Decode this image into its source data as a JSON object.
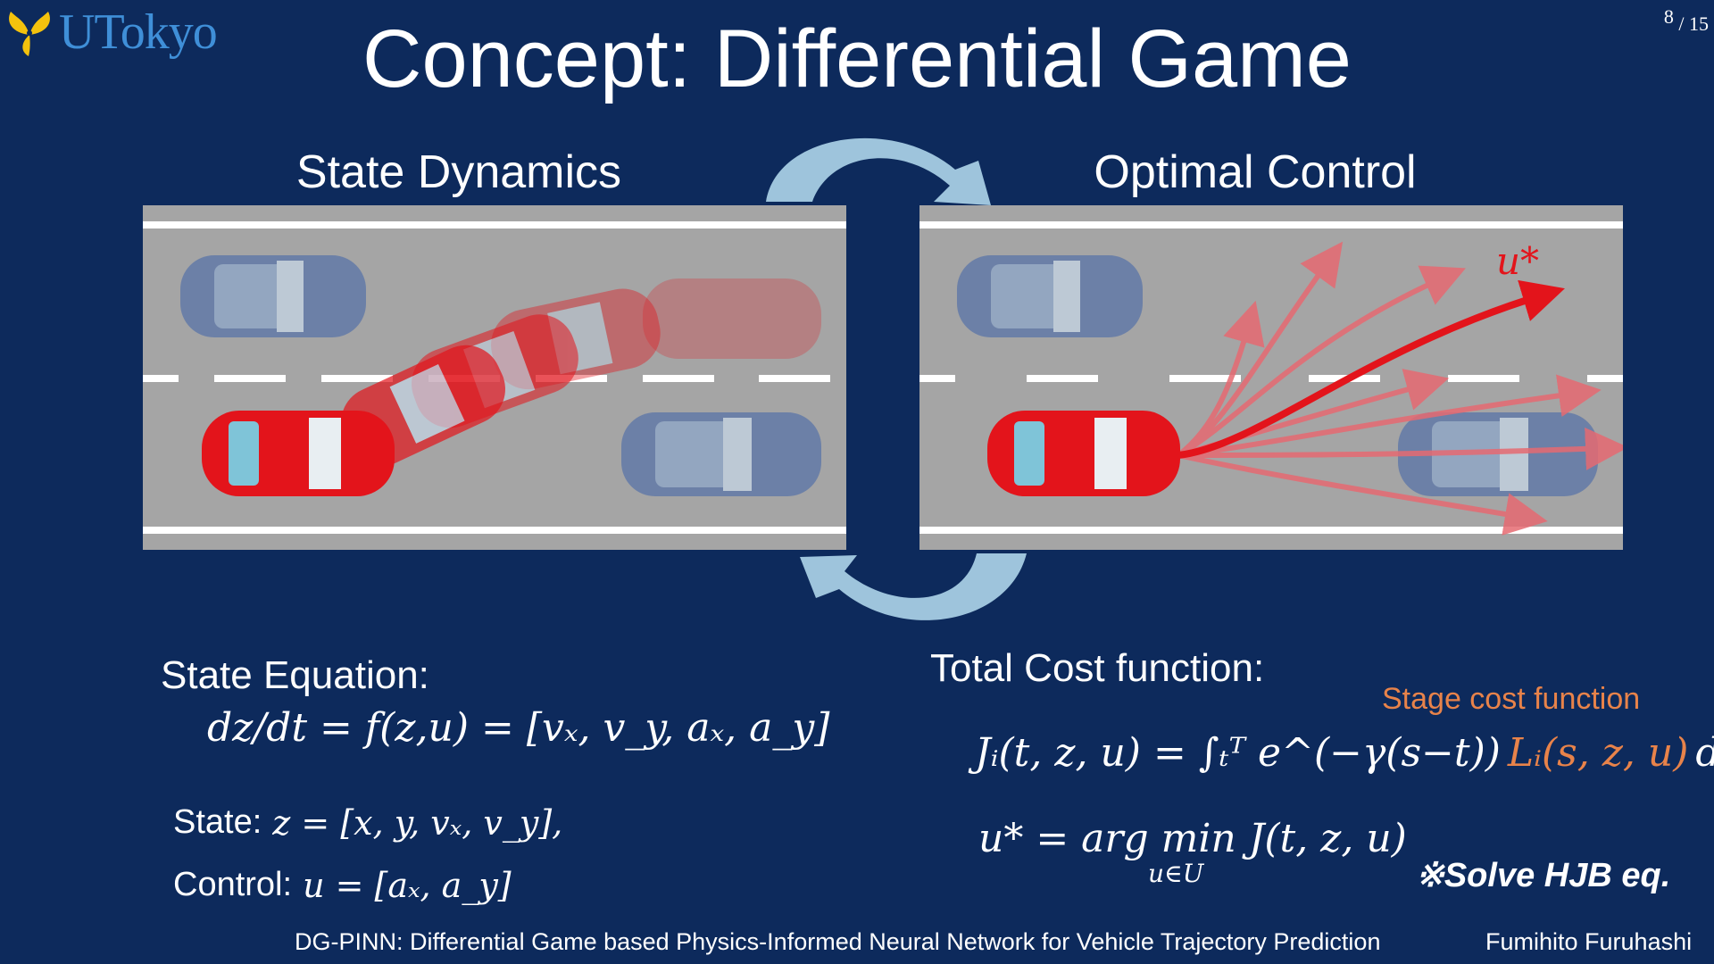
{
  "header": {
    "logo_text": "UTokyo",
    "page_current": "8",
    "page_total": "/ 15",
    "title": "Concept: Differential Game"
  },
  "panels": {
    "left_title": "State Dynamics",
    "right_title": "Optimal Control",
    "optimal_label": "u*"
  },
  "state": {
    "heading": "State Equation:",
    "equation": "dz/dt = f(z,u) = [vₓ, v_y, aₓ, a_y]",
    "state_label": "State:",
    "state_expr": "z = [x, y, vₓ, v_y],",
    "control_label": "Control:",
    "control_expr": "u = [aₓ, a_y]"
  },
  "cost": {
    "heading": "Total Cost function:",
    "stage_label": "Stage cost function",
    "cost_equation_lhs": "Jᵢ(t, z, u) = ∫ₜᵀ e^(−γ(s−t))",
    "cost_equation_rhs": "Lᵢ(s, z, u)",
    "cost_equation_tail": "ds",
    "argmin_equation": "u* = arg min J(t, z, u)",
    "argmin_sub": "u∈U",
    "hjb_note": "※Solve HJB eq."
  },
  "footer": {
    "title": "DG-PINN: Differential Game based Physics-Informed Neural Network for Vehicle Trajectory Prediction",
    "author": "Fumihito Furuhashi"
  },
  "colors": {
    "background": "#0d2a5c",
    "road": "#a5a5a5",
    "ego_car": "#e3141b",
    "other_car": "#5a74a8",
    "arrow": "#b8dff2",
    "stage_cost": "#e8834a"
  }
}
